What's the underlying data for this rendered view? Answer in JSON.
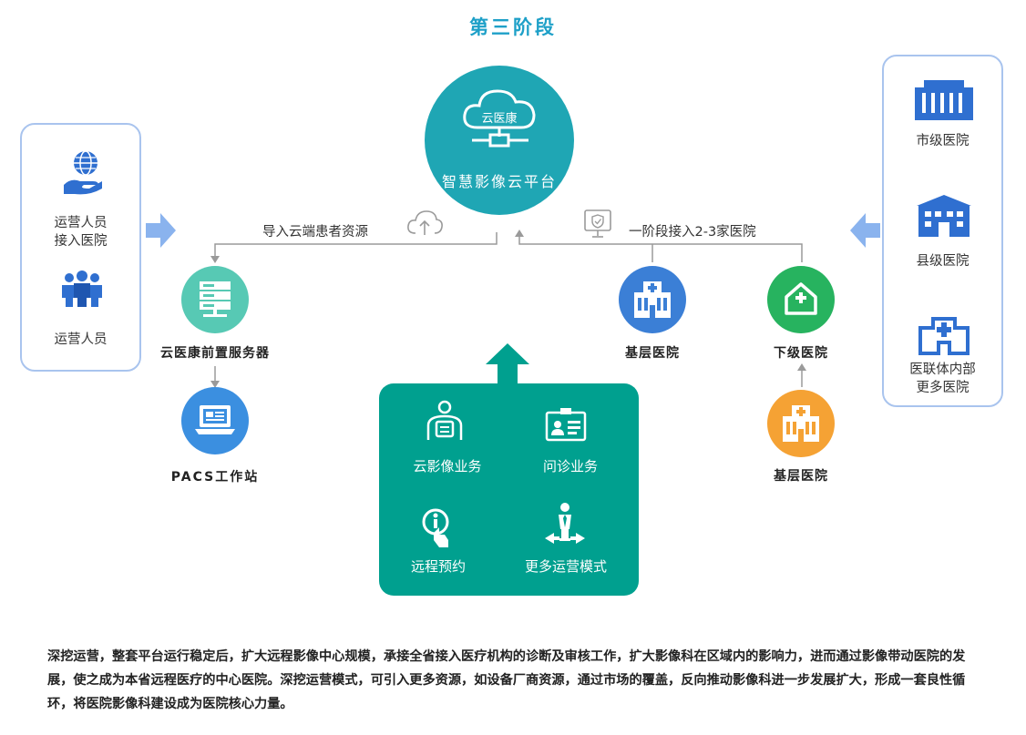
{
  "title": "第三阶段",
  "hub": {
    "cloud_label": "云医康",
    "label": "智慧影像云平台"
  },
  "left_panel": {
    "label1": "运营人员\n接入医院",
    "label2": "运营人员"
  },
  "right_panel": {
    "city": "市级医院",
    "county": "县级医院",
    "alliance": "医联体内部\n更多医院"
  },
  "flow": {
    "left_caption": "导入云端患者资源",
    "right_caption": "一阶段接入2-3家医院",
    "server": "云医康前置服务器",
    "pacs": "PACS工作站",
    "base1": "基层医院",
    "lower": "下级医院",
    "base2": "基层医院"
  },
  "services": [
    {
      "label": "云影像业务",
      "icon": "doctor-icon"
    },
    {
      "label": "问诊业务",
      "icon": "id-card-icon"
    },
    {
      "label": "远程预约",
      "icon": "info-touch-icon"
    },
    {
      "label": "更多运营模式",
      "icon": "person-arrows-icon"
    }
  ],
  "description": "深挖运营，整套平台运行稳定后，扩大远程影像中心规模，承接全省接入医疗机构的诊断及审核工作，扩大影像科在区域内的影响力，进而通过影像带动医院的发展，使之成为本省远程医疗的中心医院。深挖运营模式，可引入更多资源，如设备厂商资源，通过市场的覆盖，反向推动影像科进一步发展扩大，形成一套良性循环，将医院影像科建设成为医院核心力量。",
  "colors": {
    "teal": "#1fa6b4",
    "green": "#00a08f",
    "blue": "#3b7fd6",
    "orange": "#f5a234",
    "hospital_green": "#27b35f",
    "server": "#57c9b4",
    "panel_border": "#a9c4ee",
    "arrow": "#8ab3ee"
  }
}
